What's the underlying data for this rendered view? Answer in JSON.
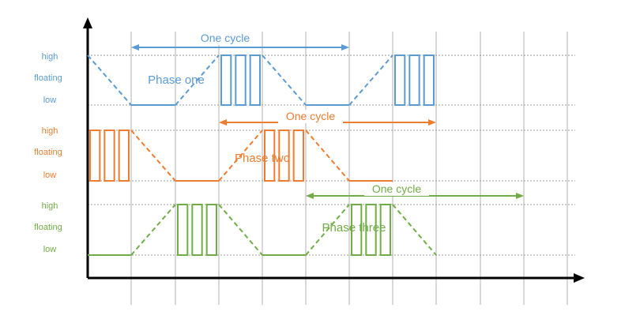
{
  "diagram": {
    "time_marks": 12,
    "phases": [
      {
        "id": "one",
        "label": "Phase one",
        "color": "#5b9bd5",
        "level_labels": [
          "high",
          "floating",
          "low"
        ],
        "cycle_label": "One cycle",
        "waveform": [
          "fall",
          "low",
          "rise",
          "pwm",
          "fall",
          "low",
          "rise",
          "pwm"
        ]
      },
      {
        "id": "two",
        "label": "Phase two",
        "color": "#ed7d31",
        "level_labels": [
          "high",
          "floating",
          "low"
        ],
        "cycle_label": "One cycle",
        "waveform": [
          "pwm",
          "fall",
          "low",
          "rise",
          "pwm",
          "fall",
          "low"
        ]
      },
      {
        "id": "three",
        "label": "Phase three",
        "color": "#70ad47",
        "level_labels": [
          "high",
          "floating",
          "low"
        ],
        "cycle_label": "One cycle",
        "waveform": [
          "low",
          "rise",
          "pwm",
          "fall",
          "low",
          "rise",
          "pwm",
          "fall"
        ]
      }
    ]
  }
}
